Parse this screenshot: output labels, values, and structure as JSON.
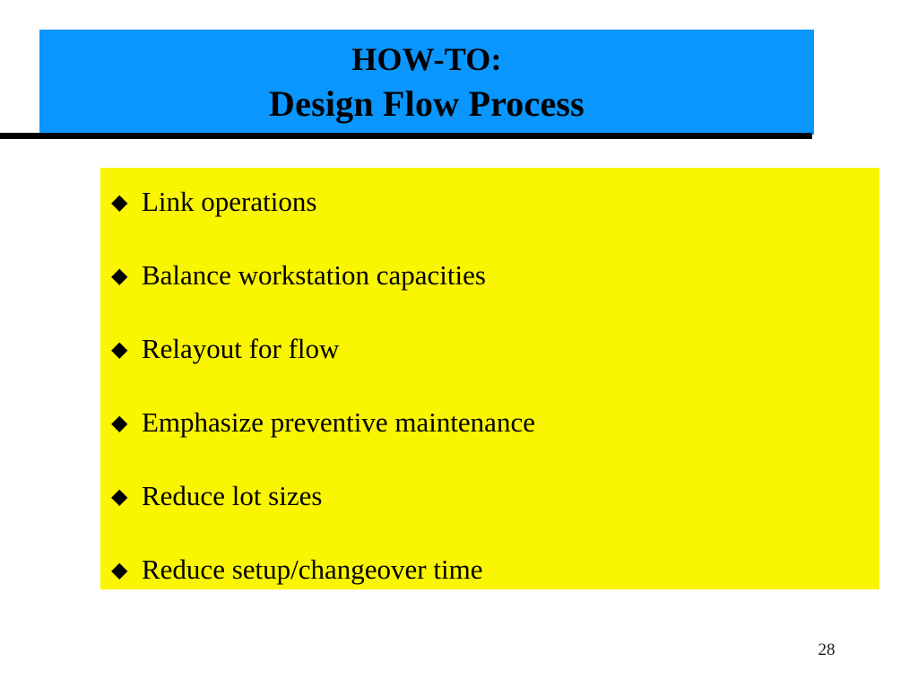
{
  "slide": {
    "background_color": "#ffffff",
    "title": {
      "background_color": "#0a96ff",
      "text_color": "#000000",
      "line1": "HOW-TO:",
      "line2": "Design Flow Process"
    },
    "rule": {
      "color": "#000000"
    },
    "content": {
      "background_color": "#faf500",
      "text_color": "#000000",
      "bullet_glyph": "◆",
      "items": [
        {
          "text": "Link operations"
        },
        {
          "text": "Balance workstation capacities"
        },
        {
          "text": "Relayout for flow"
        },
        {
          "text": "Emphasize preventive maintenance"
        },
        {
          "text": "Reduce lot sizes"
        },
        {
          "text": "Reduce setup/changeover time"
        }
      ]
    },
    "footer": {
      "page_number": "28"
    }
  }
}
